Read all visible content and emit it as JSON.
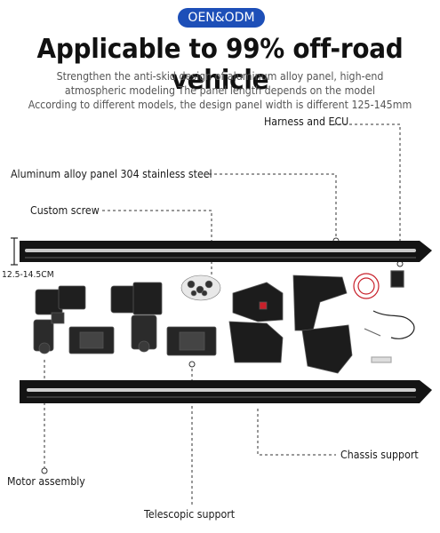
{
  "header": {
    "badge": "OEN&ODM",
    "title": "Applicable to 99% off-road vehicle",
    "desc_lines": [
      "Strengthen the anti-skid design of aluminum alloy panel, high-end",
      "atmospheric modeling The panel length depends on the model",
      "According to different models, the design panel width is different 125-145mm"
    ]
  },
  "callouts": {
    "harness": "Harness and ECU",
    "panel": "Aluminum alloy panel  304 stainless steel",
    "screw": "Custom screw",
    "width": "12.5-14.5CM",
    "chassis": "Chassis support",
    "motor": "Motor assembly",
    "telescopic": "Telescopic support"
  },
  "colors": {
    "badge_bg": "#1d4fb8",
    "board": "#111111",
    "bracket": "#222222",
    "accent_red": "#c8202a"
  }
}
